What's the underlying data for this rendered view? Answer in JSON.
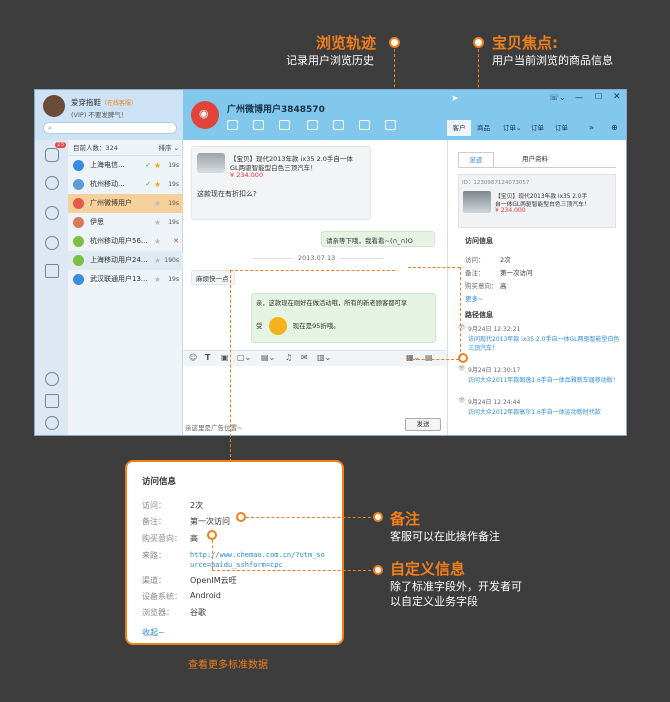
{
  "callouts": {
    "track_title": "浏览轨迹",
    "track_sub": "记录用户浏览历史",
    "focus_title": "宝贝焦点:",
    "focus_sub": "用户当前浏览的商品信息",
    "remark_title": "备注",
    "remark_sub": "客服可以在此操作备注",
    "custom_title": "自定义信息",
    "custom_sub1": "除了标准字段外，开发者可",
    "custom_sub2": "以自定义业务字段",
    "more_std": "查看更多标准数据"
  },
  "app": {
    "user_name": "爱穿拖鞋",
    "user_badge": "（在线客服）",
    "user_status": "(VIP) 不要发脾气！",
    "contact_title": "广州微博用户3848570",
    "unread_badge": "23",
    "list_count_label": "目前人数：324",
    "sort_label": "排序 ⌄",
    "contacts": [
      {
        "name": "上海电信...",
        "time": "19s",
        "color": "#3b8be0",
        "flag": "✓"
      },
      {
        "name": "杭州移动...",
        "time": "19s",
        "color": "#5a9bd8",
        "flag": "✓"
      },
      {
        "name": "广州微博用户",
        "time": "19s",
        "color": "#e55a4a",
        "flag": ""
      },
      {
        "name": "伊思",
        "time": "19s",
        "color": "#d9795c",
        "flag": ""
      },
      {
        "name": "杭州移动用户56...",
        "time": "",
        "color": "#7bbf44",
        "flag": "✕"
      },
      {
        "name": "上海移动用户24...",
        "time": "190s",
        "color": "#7bbf44",
        "flag": ""
      },
      {
        "name": "武汉联通用户13...",
        "time": "19s",
        "color": "#3b8be0",
        "flag": ""
      }
    ],
    "tabs": [
      "客户",
      "商品",
      "订单⌄",
      "订单",
      "订单"
    ],
    "chat": {
      "product_msg_line1": "【宝贝】现代2013年款 ix35 2.0手自一体",
      "product_msg_line2": "GL两驱智能型白色三顶汽车！",
      "price": "¥ 234.000",
      "ask": "这款现在有折扣么?",
      "reply": "请亲等下哦，我看看~(∩_∩)O",
      "date": "2013.07.13",
      "ask2": "麻烦快一点",
      "answer_line1": "亲，这款现在刚好在做活动哦，所有的新老顾客都可享",
      "answer_line2_a": "受",
      "answer_line2_b": "现在是95折哦。",
      "input_hint": "亲这里是广告位置~",
      "send": "发送"
    },
    "right": {
      "tab1": "足迹",
      "tab2": "用户资料",
      "id_line": "ID：1230987124073057",
      "prod_line1": "【宝贝】现代2013年款 ix35 2.0手",
      "prod_line2": "自一体GL两驱智能型白色三顶汽车！",
      "prod_price": "¥ 234.000",
      "visit_title": "访问信息",
      "visit_rows": [
        {
          "k": "访问：",
          "v": "2次"
        },
        {
          "k": "备注：",
          "v": "第一次访问"
        },
        {
          "k": "购买意向：",
          "v": "高"
        }
      ],
      "more": "更多~",
      "track_title": "路径信息",
      "tracks": [
        {
          "time": "9月24日 12:32:21",
          "text": "访问现代2013年款 ix35 2.0手自一体GL两驱智能型白色三顶汽车！"
        },
        {
          "time": "9月24日 12:30:17",
          "text": "访问大众2011年款朗逸1.6手自一体品雅新车届移动版！"
        },
        {
          "time": "9月24日 12:24:44",
          "text": "访问大众2012年款高尔1.6手自一体运动新时代款"
        }
      ]
    }
  },
  "popup": {
    "title": "访问信息",
    "rows": [
      {
        "k": "访问：",
        "v": "2次"
      },
      {
        "k": "备注：",
        "v": "第一次访问"
      },
      {
        "k": "购买意向：",
        "v": "高"
      },
      {
        "k": "来路：",
        "v": "http://www.chemao.com.cn/?utm_source=baidu_sshform=cpc"
      },
      {
        "k": "渠道：",
        "v": "OpenIM云旺"
      },
      {
        "k": "设备系统：",
        "v": "Android"
      },
      {
        "k": "浏览器：",
        "v": "谷歌"
      }
    ],
    "collapse": "收起~"
  },
  "colors": {
    "accent": "#f07e1b",
    "header": "#82c8ec",
    "link": "#2b8bd6"
  }
}
